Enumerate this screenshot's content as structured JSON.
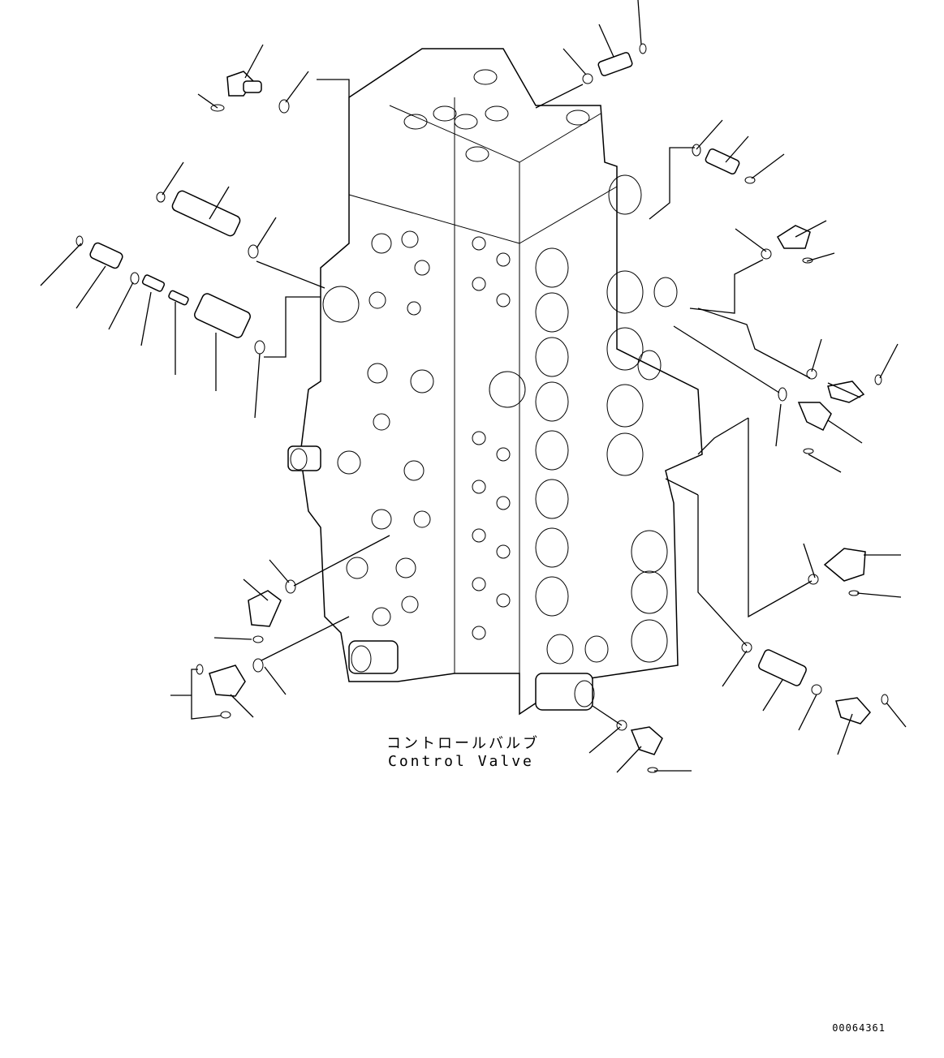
{
  "diagram": {
    "caption_ja": "コントロールバルブ",
    "caption_en": "Control Valve",
    "document_number": "00064361"
  }
}
